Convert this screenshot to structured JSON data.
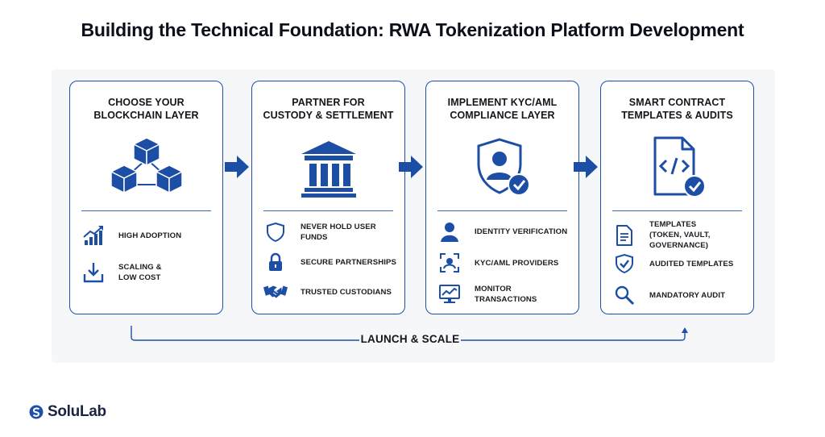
{
  "title": "Building the Technical Foundation: RWA Tokenization Platform Development",
  "colors": {
    "accent": "#1f4fa8",
    "icon": "#1c4ea6",
    "text": "#14161c",
    "panel": "#f6f7f9"
  },
  "cards": [
    {
      "title_lines": [
        "CHOOSE YOUR",
        "BLOCKCHAIN LAYER"
      ],
      "hero_icon": "blockchain-cubes-icon",
      "items": [
        {
          "icon": "chart-trend-up-icon",
          "lines": [
            "HIGH ADOPTION"
          ]
        },
        {
          "icon": "download-tray-icon",
          "lines": [
            "SCALING &",
            "LOW COST"
          ]
        }
      ]
    },
    {
      "title_lines": [
        "PARTNER FOR",
        "CUSTODY & SETTLEMENT"
      ],
      "hero_icon": "bank-building-icon",
      "items": [
        {
          "icon": "shield-icon",
          "lines": [
            "NEVER HOLD USER FUNDS"
          ]
        },
        {
          "icon": "lock-icon",
          "lines": [
            "SECURE PARTNERSHIPS"
          ]
        },
        {
          "icon": "handshake-icon",
          "lines": [
            "TRUSTED CUSTODIANS"
          ]
        }
      ]
    },
    {
      "title_lines": [
        "IMPLEMENT KYC/AML",
        "COMPLIANCE LAYER"
      ],
      "hero_icon": "shield-user-check-icon",
      "items": [
        {
          "icon": "user-icon",
          "lines": [
            "IDENTITY VERIFICATION"
          ]
        },
        {
          "icon": "face-scan-icon",
          "lines": [
            "KYC/AML PROVIDERS"
          ]
        },
        {
          "icon": "monitor-chart-icon",
          "lines": [
            "MONITOR TRANSACTIONS"
          ]
        }
      ]
    },
    {
      "title_lines": [
        "SMART CONTRACT",
        "TEMPLATES & AUDITS"
      ],
      "hero_icon": "code-document-check-icon",
      "items": [
        {
          "icon": "document-icon",
          "lines": [
            "TEMPLATES",
            "(TOKEN, VAULT, GOVERNANCE)"
          ]
        },
        {
          "icon": "shield-check-icon",
          "lines": [
            "AUDITED TEMPLATES"
          ]
        },
        {
          "icon": "magnifier-icon",
          "lines": [
            "MANDATORY AUDIT"
          ]
        }
      ]
    }
  ],
  "flow_arrow_icon": "arrow-right-icon",
  "launch_label": "LAUNCH & SCALE",
  "logo": {
    "text": "SoluLab",
    "icon": "solulab-logo-icon"
  }
}
